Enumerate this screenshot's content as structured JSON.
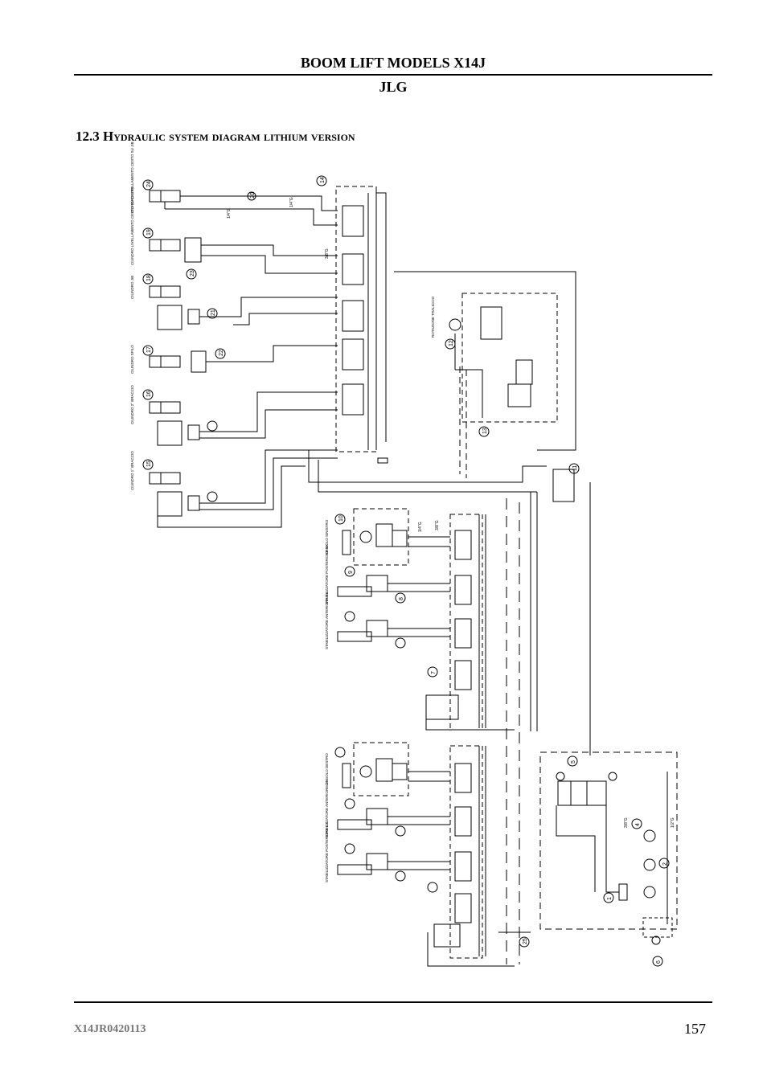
{
  "header": {
    "title": "BOOM LIFT MODELS X14J",
    "brand": "JLG"
  },
  "section": {
    "number": "12.3",
    "first_letter": "H",
    "rest": "ydraulic system diagram lithium version"
  },
  "footer": {
    "doc_code": "X14JR0420113",
    "page": "157"
  },
  "components": {
    "cyl_jib_level": "CILINDRO LIVELLAMENTO CESTO SU JIB",
    "cyl_basket_level": "CILINDRO LIVELLAMENTO CESTO SU CESTO",
    "cyl_jib": "CILINDRO JIB",
    "cyl_telescope": "CILINDRO SFILO",
    "cyl_arm2": "CILINDRO 2° BRACCIO",
    "cyl_arm1": "CILINDRO 1° BRACCIO",
    "turret_rotation": "ROTAZIONE TRALICCIO",
    "left_track": "CINGOLO SINISTRO",
    "stab_rear_sx": "STABILIZZATORE POSTERIORE SX",
    "stab_front_sx": "STABILIZZATORE ANTERIORE SX",
    "right_track": "CINGOLO DESTRO",
    "stab_front_dx": "STABILIZZATORE ANTERIORE DX",
    "stab_rear_dx": "STABILIZZATORE POSTERIORE DX"
  },
  "hose_labels": {
    "a": "1/4\"G",
    "b": "3/8\"G",
    "c": "1/2\"G"
  },
  "callouts": [
    "24",
    "19",
    "18",
    "17",
    "16",
    "15",
    "14",
    "13",
    "12",
    "11",
    "10",
    "9",
    "8",
    "7",
    "6",
    "5",
    "4",
    "3",
    "2",
    "1",
    "20",
    "21",
    "22",
    "23",
    "25"
  ]
}
